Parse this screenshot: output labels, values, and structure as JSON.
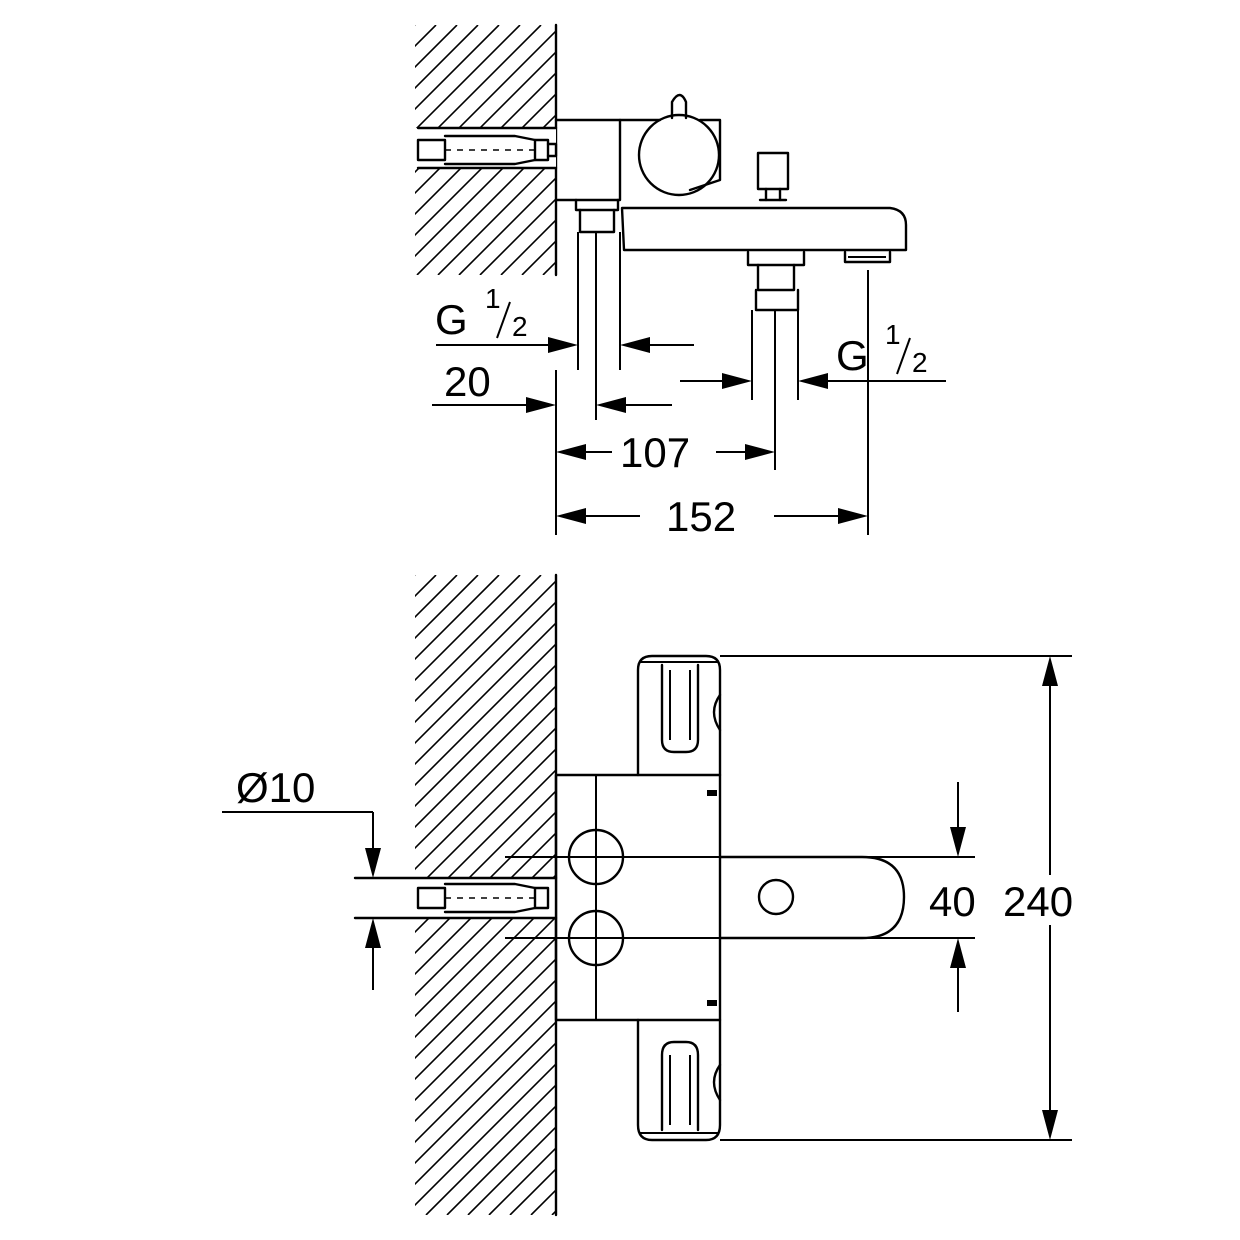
{
  "dimensions": {
    "thread_left": {
      "prefix": "G",
      "numerator": "1",
      "denominator": "2"
    },
    "thread_right": {
      "prefix": "G",
      "numerator": "1",
      "denominator": "2"
    },
    "dim_20": "20",
    "dim_107": "107",
    "dim_152": "152",
    "dim_diameter": "Ø10",
    "dim_40": "40",
    "dim_240": "240"
  },
  "colors": {
    "line": "#000000",
    "background": "#ffffff"
  }
}
